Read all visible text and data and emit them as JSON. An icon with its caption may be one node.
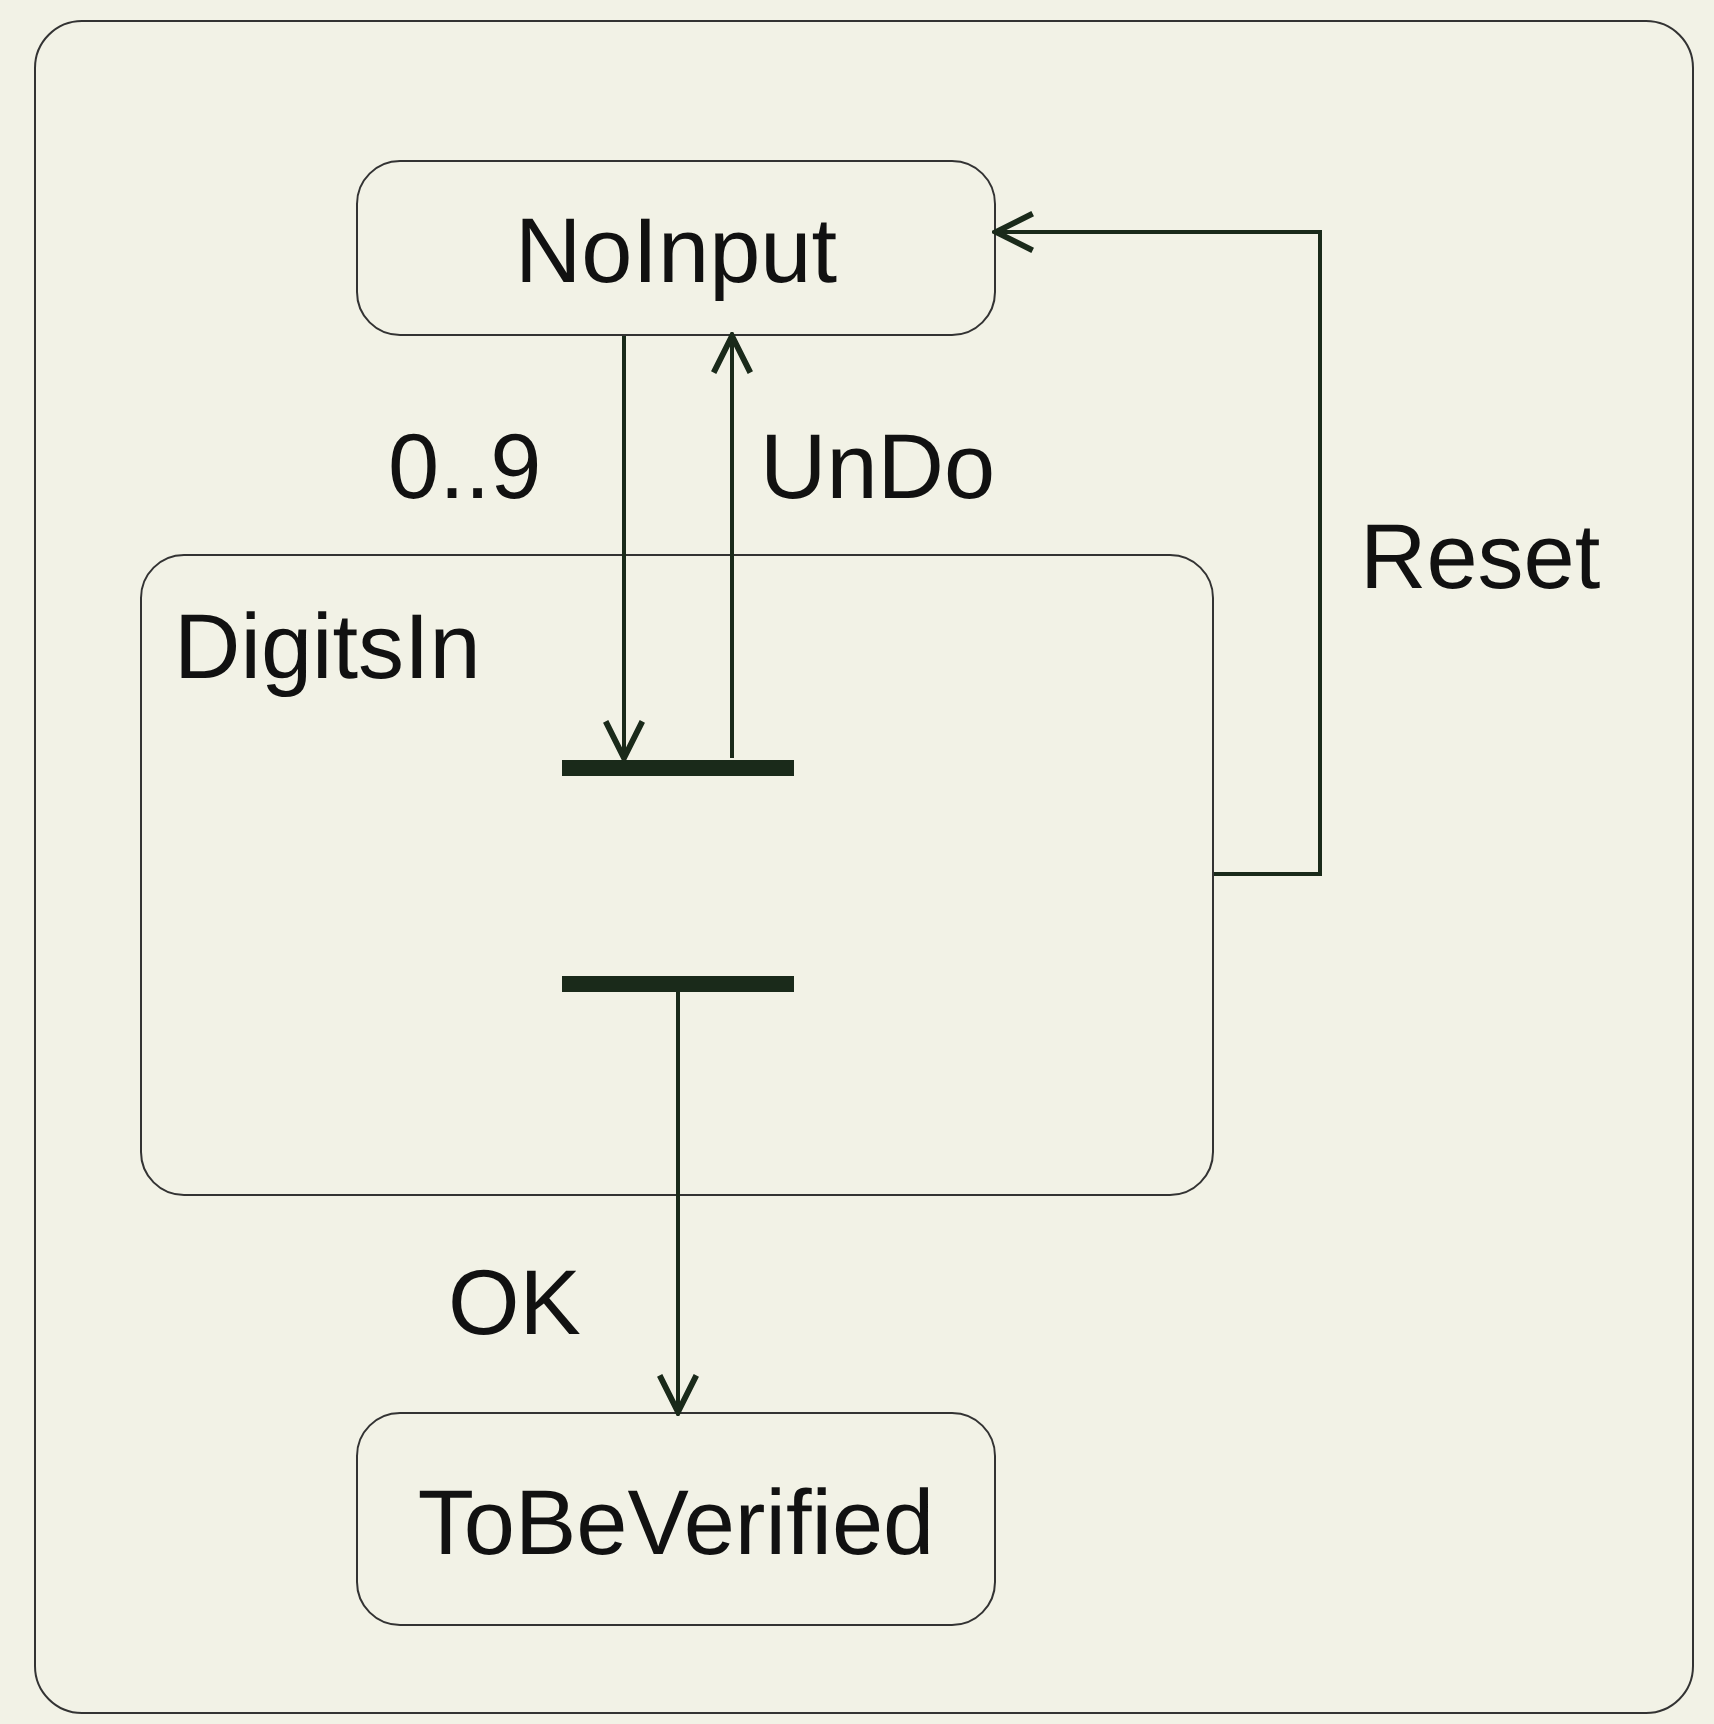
{
  "diagram": {
    "nodes": [
      {
        "text": [
          "NoInput"
        ]
      },
      {
        "text": [
          "DigitsIn"
        ]
      },
      {
        "text": [],
        "shape": "bar",
        "in": 1
      },
      {
        "text": [],
        "shape": "bar",
        "in": 1
      },
      {
        "text": [
          "ToBeVerified"
        ]
      }
    ],
    "edges": [
      {
        "from": 0,
        "to": 2,
        "label": "0..9",
        "arrow": "to"
      },
      {
        "from": 2,
        "to": 0,
        "label": "UnDo",
        "arrow": "to"
      },
      {
        "from": 1,
        "to": 0,
        "label": "Reset",
        "arrow": "to"
      },
      {
        "from": 3,
        "to": 4,
        "label": "OK",
        "arrow": "to"
      }
    ]
  }
}
